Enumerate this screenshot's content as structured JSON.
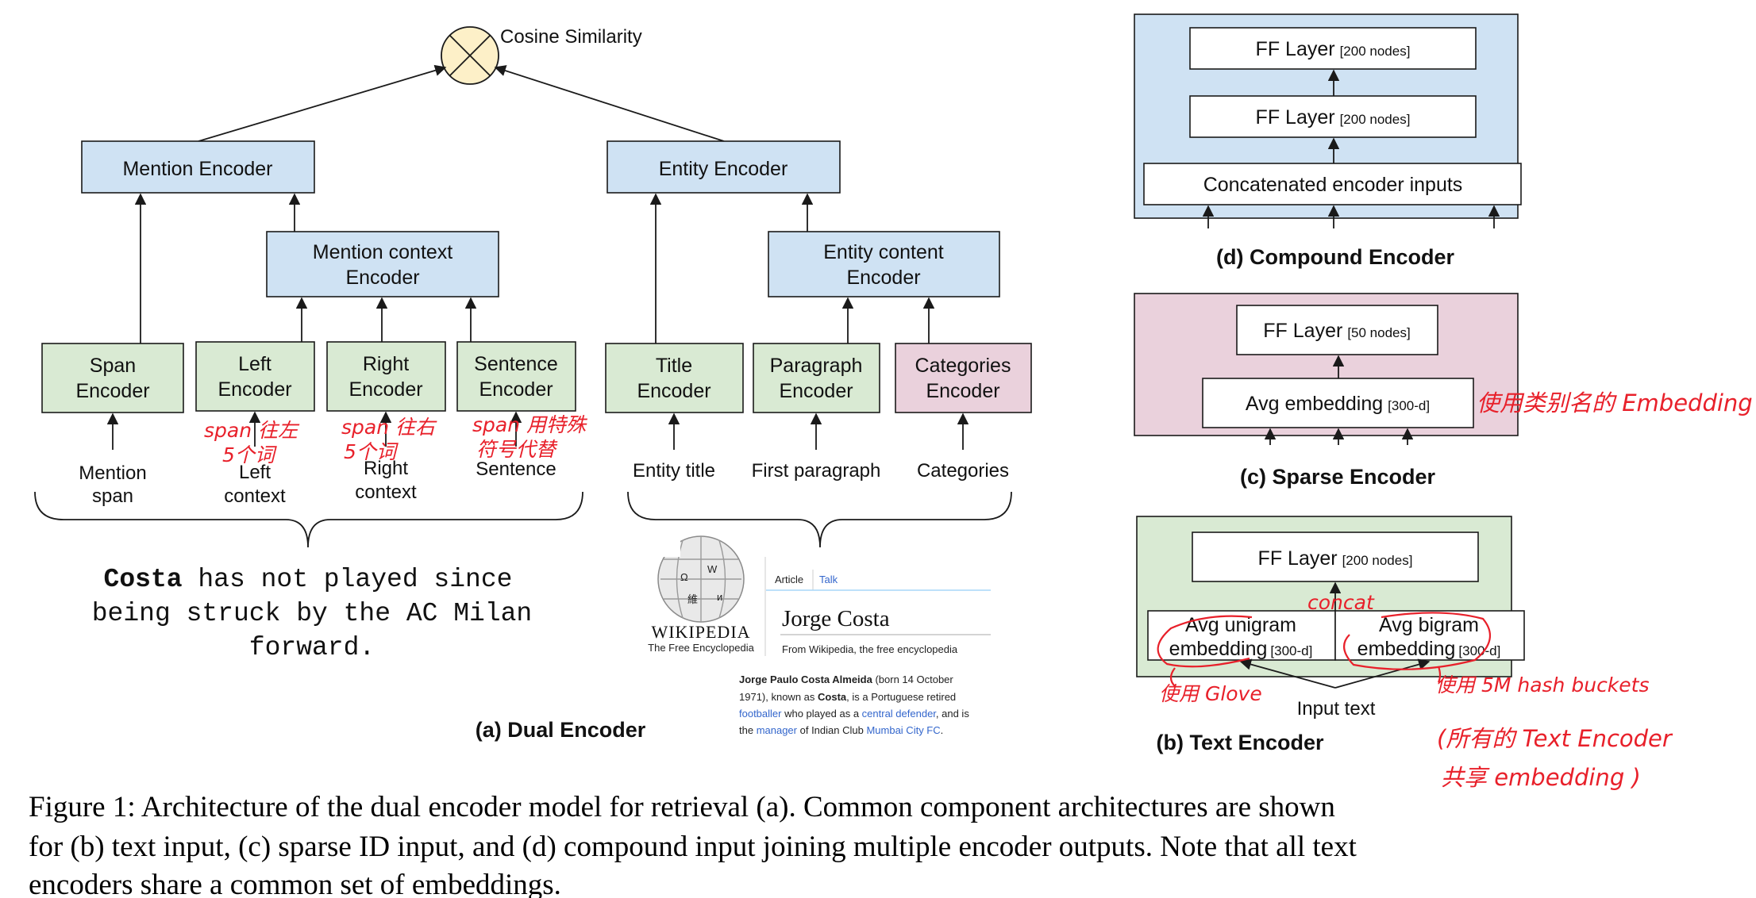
{
  "top": {
    "cosine_similarity": "Cosine Similarity"
  },
  "dual": {
    "mention_encoder": "Mention Encoder",
    "entity_encoder": "Entity Encoder",
    "mention_context_l1": "Mention context",
    "mention_context_l2": "Encoder",
    "entity_content_l1": "Entity content",
    "entity_content_l2": "Encoder",
    "span_l1": "Span",
    "span_l2": "Encoder",
    "left_l1": "Left",
    "left_l2": "Encoder",
    "right_l1": "Right",
    "right_l2": "Encoder",
    "sentence_l1": "Sentence",
    "sentence_l2": "Encoder",
    "title_l1": "Title",
    "title_l2": "Encoder",
    "paragraph_l1": "Paragraph",
    "paragraph_l2": "Encoder",
    "categories_l1": "Categories",
    "categories_l2": "Encoder",
    "in_mention_l1": "Mention",
    "in_mention_l2": "span",
    "in_left_l1": "Left",
    "in_left_l2": "context",
    "in_right_l1": "Right",
    "in_right_l2": "context",
    "in_sentence": "Sentence",
    "in_entity_title": "Entity title",
    "in_first_paragraph": "First paragraph",
    "in_categories": "Categories",
    "example_bold": "Costa",
    "example_l1_rest": " has not played since",
    "example_l2": "being struck by the AC Milan",
    "example_l3": "forward.",
    "label": "(a) Dual Encoder"
  },
  "wiki": {
    "logo_word": "WIKIPEDIA",
    "logo_sub": "The Free Encyclopedia",
    "tab_article": "Article",
    "tab_talk": "Talk",
    "title": "Jorge Costa",
    "from": "From Wikipedia, the free encyclopedia",
    "line1_bold": "Jorge Paulo Costa Almeida",
    "line1_rest": " (born 14 October",
    "line2_pre": "1971), known as ",
    "line2_bold": "Costa",
    "line2_post": ", is a Portuguese retired",
    "line3_link1": "footballer",
    "line3_mid": " who played as a ",
    "line3_link2": "central defender",
    "line3_post": ", and is",
    "line4_pre": "the ",
    "line4_link1": "manager",
    "line4_mid": " of Indian Club ",
    "line4_link2": "Mumbai City FC",
    "line4_post": "."
  },
  "compound": {
    "ff1": "FF Layer",
    "ff1_small": "[200 nodes]",
    "ff2": "FF Layer",
    "ff2_small": "[200 nodes]",
    "concat": "Concatenated encoder inputs",
    "label": "(d) Compound Encoder"
  },
  "sparse": {
    "ff": "FF Layer",
    "ff_small": "[50 nodes]",
    "avg": "Avg embedding",
    "avg_small": "[300-d]",
    "label": "(c) Sparse Encoder"
  },
  "text": {
    "ff": "FF Layer",
    "ff_small": "[200 nodes]",
    "uni_l1": "Avg unigram",
    "uni_l2": "embedding",
    "uni_small": "[300-d]",
    "bi_l1": "Avg bigram",
    "bi_l2": "embedding",
    "bi_small": "[300-d]",
    "input": "Input text",
    "label": "(b) Text Encoder"
  },
  "handwriting": {
    "left_l1": "span 往左",
    "left_l2": "5个词",
    "right_l1": "span 往右",
    "right_l2": "5个词",
    "sent_l1": "span 用特殊",
    "sent_l2": "符号代替",
    "sparse_note": "使用类别名的 Embedding",
    "concat": "concat",
    "glove": "使用 Glove",
    "buckets": "使用 5M hash buckets",
    "shared_l1": "(所有的 Text Encoder",
    "shared_l2": "共享 embedding )"
  },
  "caption": {
    "l1": "Figure 1: Architecture of the dual encoder model for retrieval (a). Common component architectures are shown",
    "l2": "for (b) text input, (c) sparse ID input, and (d) compound input joining multiple encoder outputs. Note that all text",
    "l3": "encoders share a common set of embeddings."
  }
}
